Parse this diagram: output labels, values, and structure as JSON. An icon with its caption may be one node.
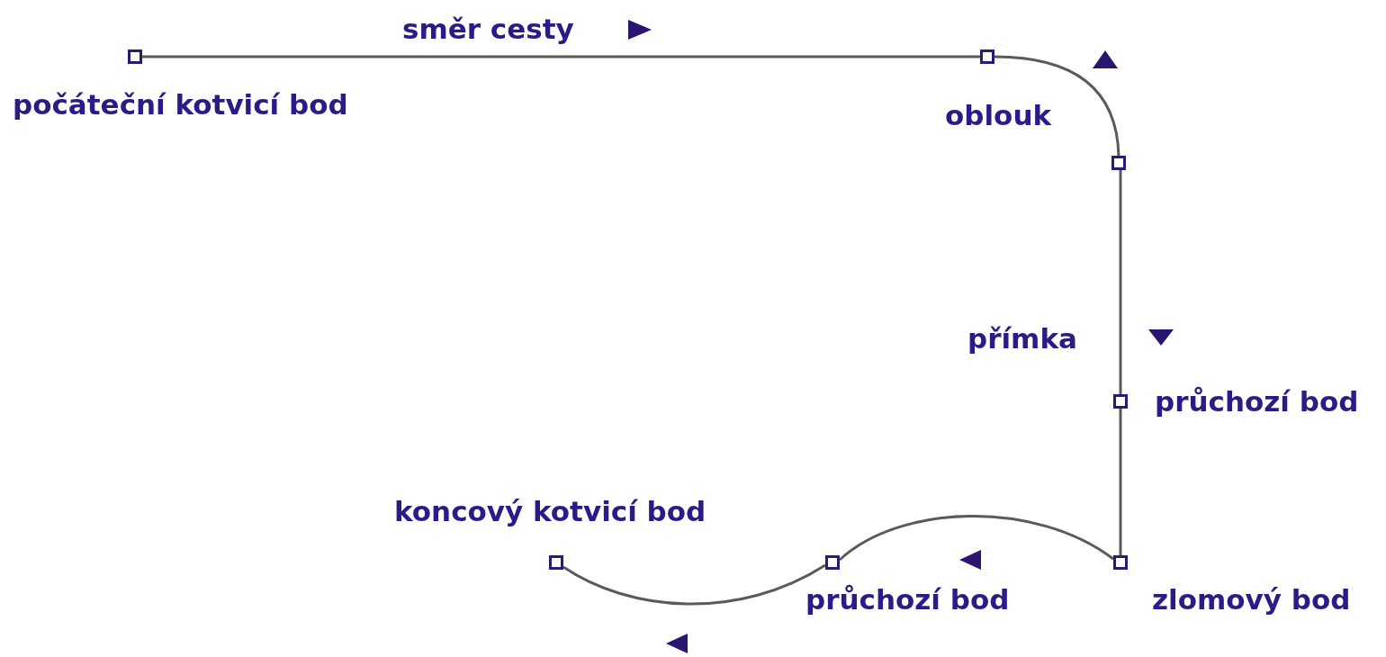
{
  "diagram": {
    "nodes": [
      {
        "text": [],
        "shape": "box",
        "beside": [
          "počáteční kotvicí bod"
        ]
      },
      {
        "text": [],
        "shape": "box"
      },
      {
        "text": [],
        "shape": "box"
      },
      {
        "text": [],
        "shape": "box",
        "beside": [
          "průchozí bod"
        ]
      },
      {
        "text": [],
        "shape": "box",
        "beside": [
          "zlomový bod"
        ]
      },
      {
        "text": [],
        "shape": "box",
        "beside": [
          "průchozí bod"
        ]
      },
      {
        "text": [],
        "shape": "box",
        "beside": [
          "koncový kotvicí bod"
        ]
      }
    ],
    "edges": [
      {
        "from": 0,
        "to": 1,
        "arrow": "none"
      },
      {
        "from": 1,
        "to": 2,
        "arrow": "none",
        "label": "oblouk"
      },
      {
        "from": 2,
        "to": 3,
        "arrow": "none",
        "label": "přímka"
      },
      {
        "from": 3,
        "to": 4,
        "arrow": "none"
      },
      {
        "from": 4,
        "to": 5,
        "arrow": "none"
      },
      {
        "from": 5,
        "to": 6,
        "arrow": "none"
      }
    ],
    "labels": [
      "směr cesty"
    ]
  }
}
